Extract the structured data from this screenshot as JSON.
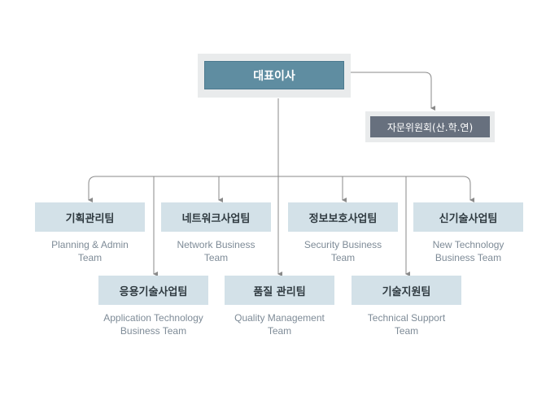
{
  "ceo": {
    "label": "대표이사"
  },
  "advisory": {
    "label": "자문위원회(산.학.연)"
  },
  "teams_top": [
    {
      "ko": "기획관리팀",
      "en1": "Planning & Admin",
      "en2": "Team"
    },
    {
      "ko": "네트워크사업팀",
      "en1": "Network Business",
      "en2": "Team"
    },
    {
      "ko": "정보보호사업팀",
      "en1": "Security Business",
      "en2": "Team"
    },
    {
      "ko": "신기술사업팀",
      "en1": "New Technology",
      "en2": "Business Team"
    }
  ],
  "teams_bottom": [
    {
      "ko": "응용기술사업팀",
      "en1": "Application Technology",
      "en2": "Business Team"
    },
    {
      "ko": "품질 관리팀",
      "en1": "Quality Management",
      "en2": "Team"
    },
    {
      "ko": "기술지원팀",
      "en1": "Technical Support",
      "en2": "Team"
    }
  ]
}
